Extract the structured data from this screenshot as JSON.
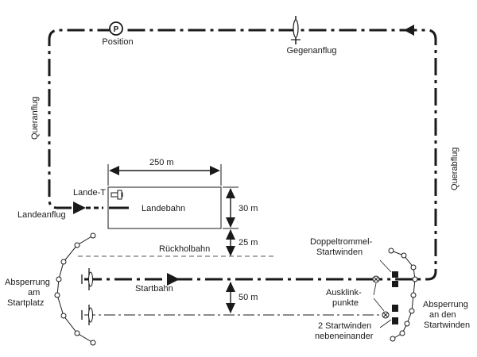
{
  "labels": {
    "position": "Position",
    "position_marker": "P",
    "gegenanflug": "Gegenanflug",
    "queranflug": "Queranflug",
    "querabflug": "Querabflug",
    "lande_t": "Lande-T",
    "landeanflug": "Landeanflug",
    "landebahn": "Landebahn",
    "rueckholbahn": "Rückholbahn",
    "startbahn": "Startbahn",
    "doppeltrommel_line1": "Doppeltrommel-",
    "doppeltrommel_line2": "Startwinden",
    "ausklink_line1": "Ausklink-",
    "ausklink_line2": "punkte",
    "zwei_startwinden_line1": "2 Startwinden",
    "zwei_startwinden_line2": "nebeneinander",
    "absperrung_start_line1": "Absperrung",
    "absperrung_start_line2": "am",
    "absperrung_start_line3": "Startplatz",
    "absperrung_winden_line1": "Absperrung",
    "absperrung_winden_line2": "an den",
    "absperrung_winden_line3": "Startwinden"
  },
  "dimensions": {
    "width_landebahn": "250 m",
    "height_landebahn": "30 m",
    "gap_rueckholbahn": "25 m",
    "gap_startbahn": "50 m"
  },
  "colors": {
    "ink": "#1a1a1a",
    "dashed_line": "#555555"
  }
}
